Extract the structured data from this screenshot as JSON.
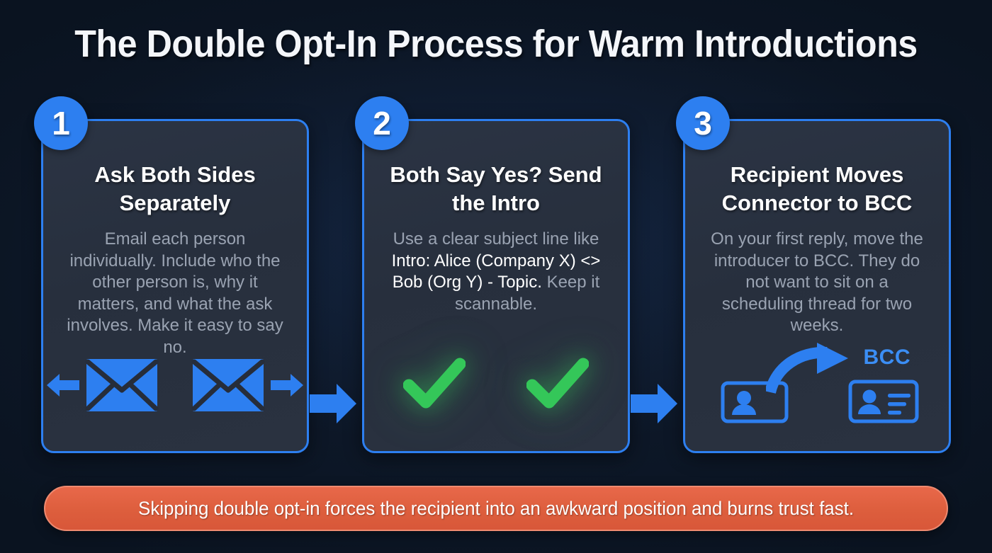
{
  "page": {
    "title": "The Double Opt-In Process for Warm Introductions",
    "background_color": "#0b1524",
    "accent_color": "#2d7ff0",
    "card_background": "#2a3240",
    "success_color": "#34c759",
    "warning_banner_color": "#dd5e3d"
  },
  "steps": [
    {
      "number": "1",
      "heading": "Ask Both Sides Separately",
      "body_plain": "Email each person individually. Include who the other person is, why it matters, and what the ask involves. Make it easy to say no.",
      "body_segments": [
        {
          "text": "Email each person individually. Include who the other person is, why it matters, and what the ask involves. Make it easy to say no.",
          "emphasis": false
        }
      ],
      "icon": "two-envelopes-with-arrows"
    },
    {
      "number": "2",
      "heading": "Both Say Yes? Send the Intro",
      "body_plain": "Use a clear subject line like Intro: Alice (Company X) <> Bob (Org Y) - Topic. Keep it scannable.",
      "body_segments": [
        {
          "text": "Use a clear subject line like ",
          "emphasis": false
        },
        {
          "text": "Intro: Alice (Company X) <> Bob (Org Y) - Topic.",
          "emphasis": true
        },
        {
          "text": " Keep it scannable.",
          "emphasis": false
        }
      ],
      "icon": "two-green-checkmarks"
    },
    {
      "number": "3",
      "heading": "Recipient Moves Connector to BCC",
      "body_plain": "On your first reply, move the introducer to BCC. They do not want to sit on a scheduling thread for two weeks.",
      "body_segments": [
        {
          "text": "On your first reply, move the introducer to BCC. They do not want to sit on a scheduling thread for two weeks.",
          "emphasis": false
        }
      ],
      "icon": "contact-card-moved-to-bcc",
      "icon_label": "BCC"
    }
  ],
  "flow_arrows": [
    {
      "from": "1",
      "to": "2",
      "direction": "right"
    },
    {
      "from": "2",
      "to": "3",
      "direction": "right"
    }
  ],
  "banner": {
    "text": "Skipping double opt-in forces the recipient into an awkward position and burns trust fast."
  }
}
